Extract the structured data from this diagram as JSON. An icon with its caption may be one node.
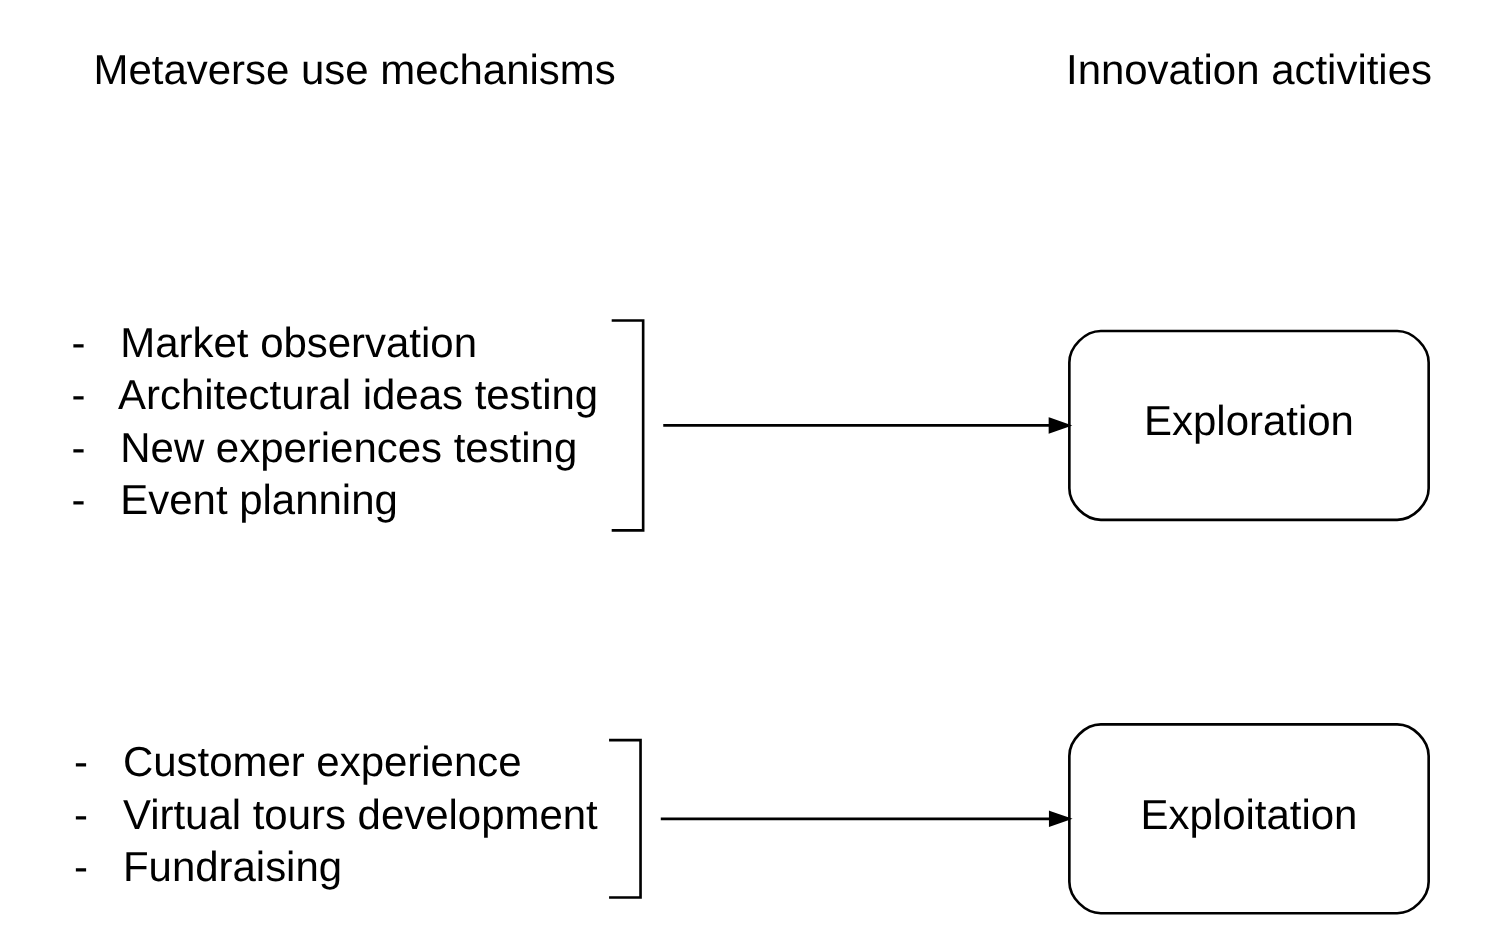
{
  "diagram": {
    "nodes": [
      {
        "text": [
          "-   Market observation",
          "-   Architectural ideas testing",
          "-   New experiences testing",
          "-   Event planning"
        ]
      },
      {
        "text": [
          "Exploration"
        ]
      },
      {
        "text": [
          "-   Customer experience",
          "-   Virtual tours development",
          "-   Fundraising"
        ]
      },
      {
        "text": [
          "Exploitation"
        ]
      }
    ],
    "edges": [
      {
        "from": 0,
        "to": 1,
        "arrow": "to"
      },
      {
        "from": 2,
        "to": 3,
        "arrow": "to"
      }
    ],
    "labels": [
      "Metaverse use mechanisms",
      "Innovation activities"
    ]
  }
}
